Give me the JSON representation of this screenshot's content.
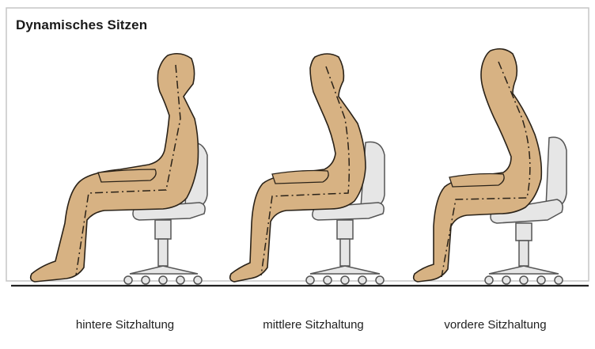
{
  "title": "Dynamisches Sitzen",
  "postures": [
    {
      "label": "hintere Sitzhaltung"
    },
    {
      "label": "mittlere Sitzhaltung"
    },
    {
      "label": "vordere Sitzhaltung"
    }
  ],
  "colors": {
    "skin": "#d7b283",
    "outline": "#2a2218",
    "chair": "#e4e4e4",
    "chair_outline": "#555555",
    "floor": "#222222",
    "frame": "#bdbdbd"
  }
}
